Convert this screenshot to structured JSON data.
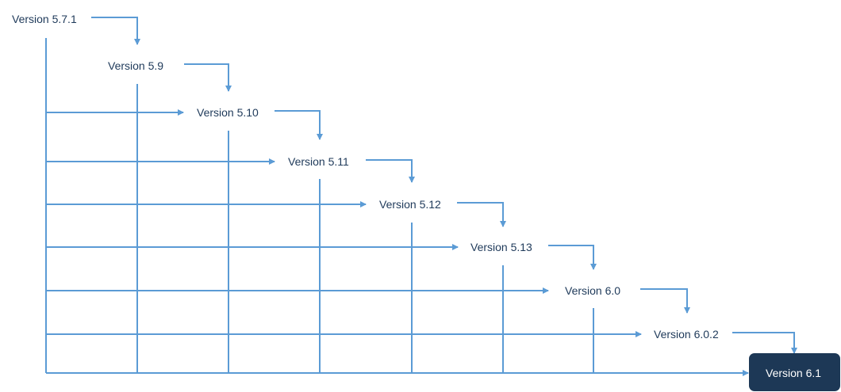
{
  "diagram": {
    "versions": [
      "Version 5.7.1",
      "Version 5.9",
      "Version 5.10",
      "Version 5.11",
      "Version 5.12",
      "Version 5.13",
      "Version 6.0",
      "Version 6.0.2",
      "Version 6.1"
    ],
    "colors": {
      "line": "#5b9bd5",
      "text": "#1f3a5a",
      "final_box": "#1d3856",
      "final_text": "#ffffff"
    }
  }
}
